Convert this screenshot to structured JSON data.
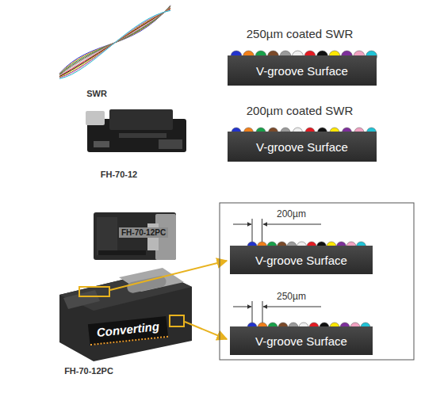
{
  "diagram": {
    "nodes": [
      {
        "text": [
          "V-groove Surface"
        ]
      },
      {
        "text": [
          "V-groove Surface"
        ]
      },
      {
        "text": [
          "V-groove Surface"
        ]
      },
      {
        "text": [
          "Converting"
        ]
      },
      {
        "text": [
          "V-groove Surface"
        ]
      }
    ],
    "labels": [
      "250µm coated SWR",
      "SWR",
      "200µm coated SWR",
      "FH-70-12",
      "200µm",
      "FH-70-12PC",
      "250µm",
      "FH-70-12PC"
    ]
  }
}
